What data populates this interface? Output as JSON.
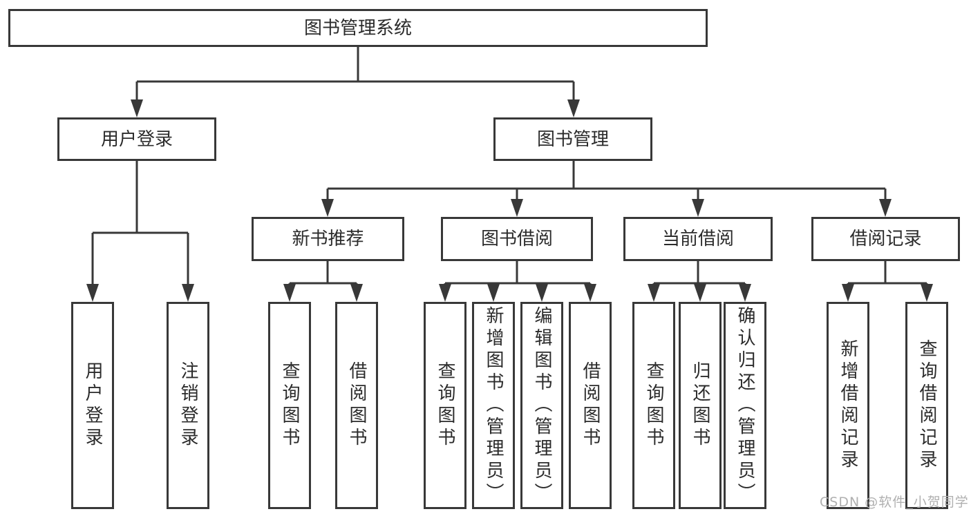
{
  "page": {
    "background": "#ffffff"
  },
  "colors": {
    "line": "#383838",
    "box_border": "#383838",
    "box_background": "#ffffff",
    "text": "#2b2b2b",
    "watermark": "#b0b0b0"
  },
  "watermark": {
    "text": "CSDN @软件_小贺同学"
  },
  "tree": {
    "root": {
      "label": "图书管理系统"
    },
    "branches": [
      {
        "label": "用户登录",
        "children": [
          {
            "label": "用户登录"
          },
          {
            "label": "注销登录"
          }
        ]
      },
      {
        "label": "图书管理",
        "children": [
          {
            "label": "新书推荐",
            "children": [
              {
                "label": "查询图书"
              },
              {
                "label": "借阅图书"
              }
            ]
          },
          {
            "label": "图书借阅",
            "children": [
              {
                "label": "查询图书"
              },
              {
                "label": "新增图书（管理员）"
              },
              {
                "label": "编辑图书（管理员）"
              },
              {
                "label": "借阅图书"
              }
            ]
          },
          {
            "label": "当前借阅",
            "children": [
              {
                "label": "查询图书"
              },
              {
                "label": "归还图书"
              },
              {
                "label": "确认归还（管理员）"
              }
            ]
          },
          {
            "label": "借阅记录",
            "children": [
              {
                "label": "新增借阅记录"
              },
              {
                "label": "查询借阅记录"
              }
            ]
          }
        ]
      }
    ]
  }
}
